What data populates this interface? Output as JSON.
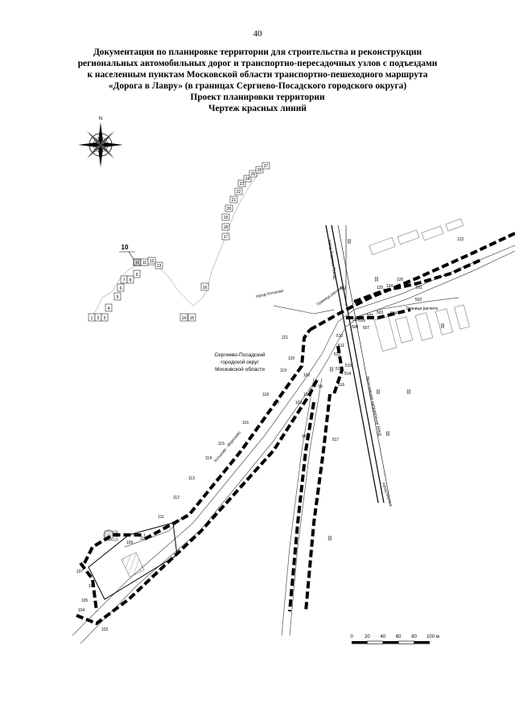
{
  "page": {
    "number": "40"
  },
  "title": {
    "lines": [
      "Документация по планировке территории для строительства и реконструкции",
      "региональных автомобильных дорог и транспортно-пересадочных узлов с подъездами",
      "к населенным пунктам Московской области транспортно-пешеходного маршрута",
      "«Дорога в Лавру» (в границах Сергиево-Посадского городского округа)",
      "Проект планировки территории",
      "Чертеж красных линий"
    ]
  },
  "map": {
    "compass_label": "N",
    "sheet_number": "10",
    "district_label_lines": [
      "Сергиево-Посадский",
      "городской округ",
      "Московской области"
    ],
    "road_labels": {
      "to_sergiev_posad": "город Сергиев Посад",
      "to_khotkovo": "город Хотьково",
      "to_moscow": "город Москва",
      "railway": "Ярославское направление МЖД",
      "boundary": "Граница расчета",
      "boundary2": "Граница расчета",
      "road_sw": "Хотьково - Морозово"
    },
    "zone_marks": [
      "II",
      "II",
      "II",
      "II",
      "II",
      "II",
      "II",
      "II"
    ],
    "index_boxes": [
      "1",
      "2",
      "3",
      "4",
      "5",
      "6",
      "7",
      "8",
      "9",
      "10",
      "11",
      "12",
      "13",
      "14",
      "15",
      "16",
      "17",
      "18",
      "19",
      "20",
      "21",
      "22",
      "23",
      "24",
      "25",
      "26",
      "27"
    ],
    "points": [
      "98",
      "99",
      "100",
      "101",
      "102",
      "103",
      "104",
      "105",
      "106",
      "107",
      "108",
      "109",
      "110",
      "111",
      "112",
      "113",
      "114",
      "115",
      "116",
      "117",
      "118",
      "119",
      "120",
      "121",
      "122",
      "123",
      "124",
      "125",
      "126",
      "501",
      "502",
      "503",
      "504",
      "505",
      "506",
      "507",
      "508",
      "509",
      "510",
      "511",
      "512",
      "513",
      "514",
      "515",
      "516",
      "517"
    ],
    "scale": {
      "ticks": [
        "0",
        "20",
        "40",
        "60",
        "80",
        "100 м"
      ]
    }
  }
}
